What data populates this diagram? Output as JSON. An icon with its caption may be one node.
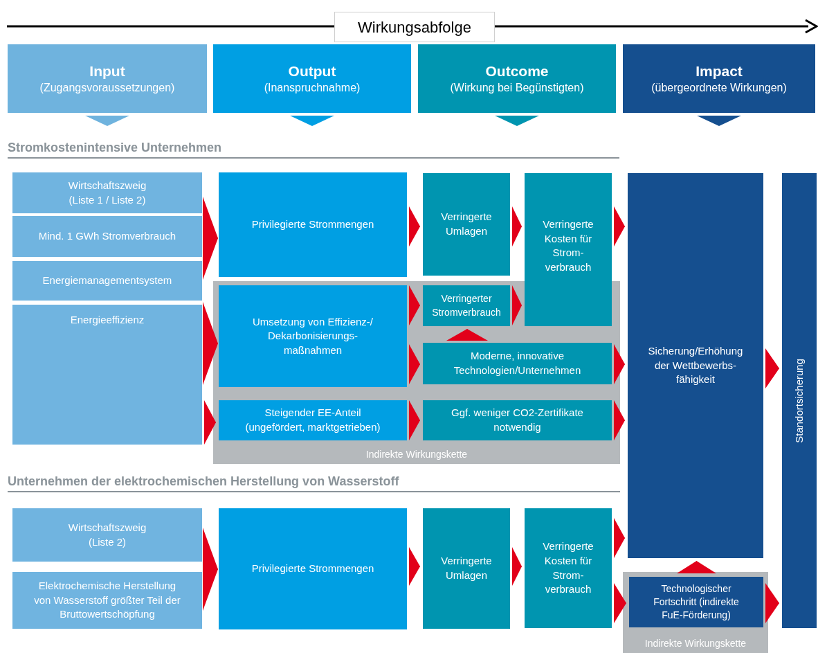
{
  "diagram": {
    "nodes": [
      {
        "text": [
          "Input",
          "(Zugangsvoraussetzungen)"
        ]
      },
      {
        "text": [
          "Output",
          "(Inanspruchnahme)"
        ]
      },
      {
        "text": [
          "Outcome",
          "(Wirkung bei Begünstigten)"
        ]
      },
      {
        "text": [
          "Impact",
          "(übergeordnete Wirkungen)"
        ]
      },
      {
        "text": [
          "Wirtschaftszweig (Liste 1 / Liste 2)"
        ]
      },
      {
        "text": [
          "Mind. 1 GWh Stromverbrauch"
        ]
      },
      {
        "text": [
          "Energiemanagementsystem"
        ]
      },
      {
        "text": [
          "Energieeffizienz"
        ]
      },
      {
        "text": [
          "Privilegierte Strommengen"
        ]
      },
      {
        "text": [
          "Indirekte Wirkungskette"
        ]
      },
      {
        "text": [
          "Umsetzung von Effizienz-/ Dekarbonisierungs- maßnahmen"
        ],
        "in": 9
      },
      {
        "text": [
          "Steigender EE-Anteil (ungefördert, marktgetrieben)"
        ],
        "in": 9
      },
      {
        "text": [
          "Verringerte Umlagen"
        ]
      },
      {
        "text": [
          "Verringerter Stromverbrauch"
        ],
        "in": 9
      },
      {
        "text": [
          "Verringerte Kosten für Strom- verbrauch"
        ]
      },
      {
        "text": [
          "Moderne, innovative Technologien/Unternehmen"
        ],
        "in": 9
      },
      {
        "text": [
          "Ggf. weniger CO2-Zertifikate notwendig"
        ],
        "in": 9
      },
      {
        "text": [
          "Sicherung/Erhöhung der Wettbewerbs- fähigkeit"
        ]
      },
      {
        "text": [
          "Standortsicherung"
        ]
      },
      {
        "text": [
          "Wirtschaftszweig (Liste 2)"
        ]
      },
      {
        "text": [
          "Elektrochemische Herstellung von Wasserstoff größter Teil der Bruttowertschöpfung"
        ]
      },
      {
        "text": [
          "Privilegierte Strommengen"
        ]
      },
      {
        "text": [
          "Verringerte Umlagen"
        ]
      },
      {
        "text": [
          "Verringerte Kosten für Strom- verbrauch"
        ]
      },
      {
        "text": [
          "Indirekte Wirkungskette"
        ]
      },
      {
        "text": [
          "Technologischer Fortschritt (indirekte FuE-Förderung)"
        ],
        "in": 24
      }
    ],
    "edges": [
      {
        "from": 5,
        "to": 8,
        "arrow": "to"
      },
      {
        "from": 7,
        "to": 10,
        "arrow": "to"
      },
      {
        "from": 7,
        "to": 11,
        "arrow": "to"
      },
      {
        "from": 8,
        "to": 12,
        "arrow": "to"
      },
      {
        "from": 12,
        "to": 14,
        "arrow": "to"
      },
      {
        "from": 14,
        "to": 17,
        "arrow": "to"
      },
      {
        "from": 10,
        "to": 13,
        "arrow": "to"
      },
      {
        "from": 10,
        "to": 15,
        "arrow": "to"
      },
      {
        "from": 11,
        "to": 16,
        "arrow": "to"
      },
      {
        "from": 13,
        "to": 14,
        "arrow": "to"
      },
      {
        "from": 15,
        "to": 13,
        "arrow": "to"
      },
      {
        "from": 15,
        "to": 17,
        "arrow": "to"
      },
      {
        "from": 16,
        "to": 17,
        "arrow": "to"
      },
      {
        "from": 17,
        "to": 18,
        "arrow": "to"
      },
      {
        "from": 20,
        "to": 21,
        "arrow": "to"
      },
      {
        "from": 21,
        "to": 22,
        "arrow": "to"
      },
      {
        "from": 22,
        "to": 23,
        "arrow": "to"
      },
      {
        "from": 23,
        "to": 17,
        "arrow": "to"
      },
      {
        "from": 23,
        "to": 25,
        "arrow": "to"
      },
      {
        "from": 25,
        "to": 17,
        "arrow": "to"
      },
      {
        "from": 25,
        "to": 18,
        "arrow": "to"
      }
    ],
    "labels": [
      "Wirkungsabfolge",
      "Stromkostenintensive Unternehmen",
      "Unternehmen der elektrochemischen Herstellung von Wasserstoff"
    ]
  }
}
